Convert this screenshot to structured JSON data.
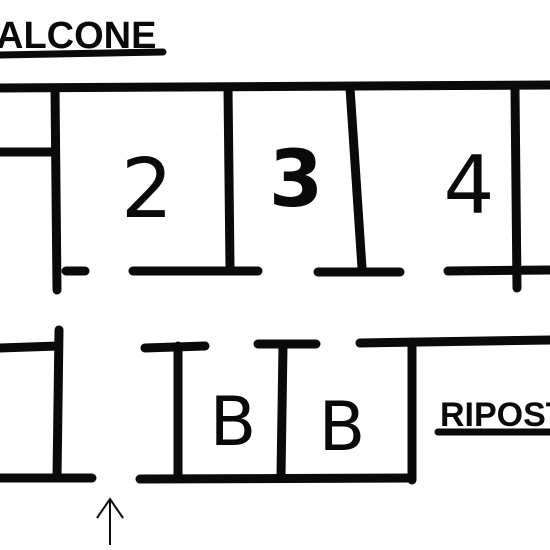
{
  "floor_plan": {
    "title": "ALCONE",
    "side_label": "RIPOST",
    "rooms": [
      {
        "label": "2"
      },
      {
        "label": "3"
      },
      {
        "label": "4"
      },
      {
        "label": "B"
      },
      {
        "label": "B"
      }
    ],
    "entrance_arrow": "↑"
  }
}
